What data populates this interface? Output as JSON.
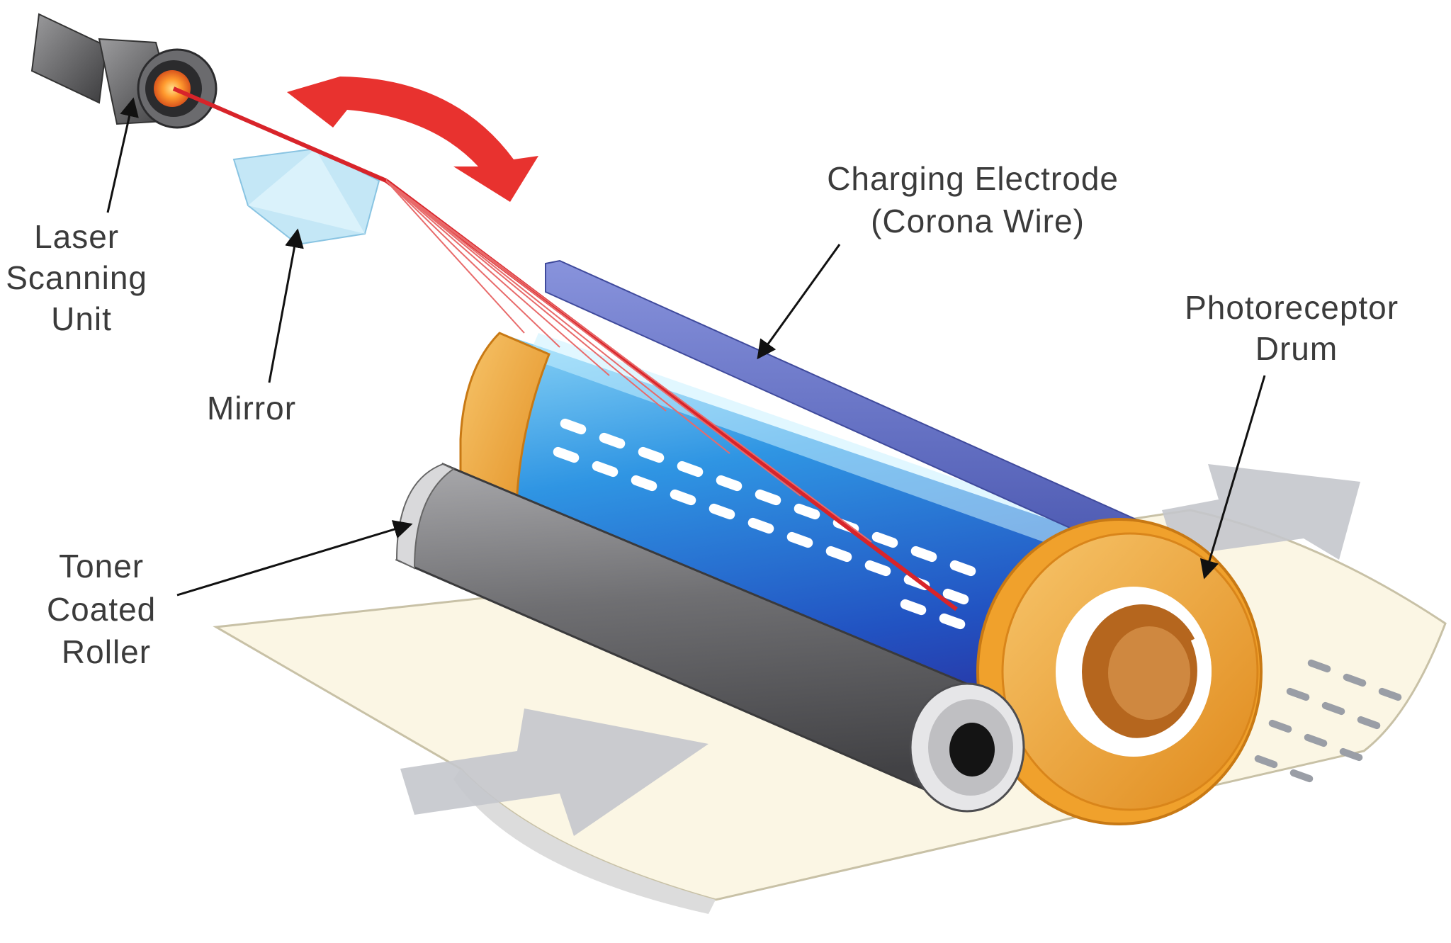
{
  "labels": {
    "laser_scanning_unit": [
      "Laser",
      "Scanning",
      "Unit"
    ],
    "mirror": [
      "Mirror"
    ],
    "charging_electrode": [
      "Charging Electrode",
      "(Corona Wire)"
    ],
    "photoreceptor_drum": [
      "Photoreceptor",
      "Drum"
    ],
    "toner_coated_roller": [
      "Toner",
      "Coated",
      "Roller"
    ]
  },
  "colors": {
    "laser_beam": "#d8242a",
    "rotation_arrow": "#e8322f",
    "drum_blue": "#2f8fe0",
    "drum_end_cap": "#f2a534",
    "corona_wire": "#5c6cc2",
    "toner_roller": "#7d7d80",
    "paper": "#fbf6e4",
    "paper_arrows": "#c4c7cc"
  }
}
